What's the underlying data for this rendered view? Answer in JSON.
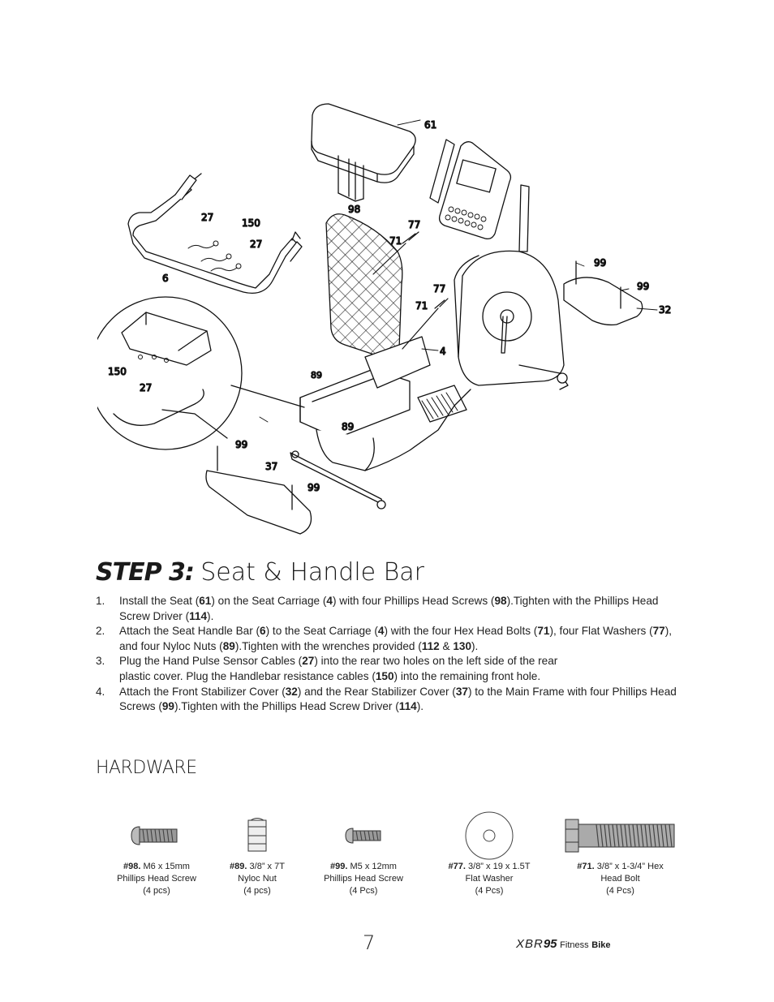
{
  "diagram_callouts": {
    "seat": "61",
    "seat_screws": "98",
    "handlebar": "6",
    "sensor_cable_upper": "27",
    "sensor_cable_mid": "27",
    "resistance_cable": "150",
    "washer_upper": "77",
    "bolt_upper": "71",
    "washer_lower": "77",
    "bolt_lower": "71",
    "carriage": "4",
    "front_cover_screw_upper": "99",
    "front_cover_screw_lower": "99",
    "front_cover": "32",
    "nut_left": "89",
    "nut_right": "89",
    "rear_cover_screw_upper": "99",
    "rear_cover": "37",
    "rear_cover_screw_lower": "99",
    "inset_cable_150": "150",
    "inset_cable_27": "27"
  },
  "step": {
    "label": "STEP 3:",
    "title": "Seat & Handle Bar"
  },
  "instructions": [
    {
      "num": "1.",
      "parts": [
        {
          "t": "Install the Seat ("
        },
        {
          "b": "61"
        },
        {
          "t": ") on the Seat Carriage ("
        },
        {
          "b": "4"
        },
        {
          "t": ") with four Phillips Head Screws ("
        },
        {
          "b": "98"
        },
        {
          "t": ").Tighten with the Phillips Head Screw Driver ("
        },
        {
          "b": "114"
        },
        {
          "t": ")."
        }
      ]
    },
    {
      "num": "2.",
      "parts": [
        {
          "t": "Attach the Seat Handle Bar ("
        },
        {
          "b": "6"
        },
        {
          "t": ") to the Seat Carriage ("
        },
        {
          "b": "4"
        },
        {
          "t": ") with the four  Hex Head Bolts ("
        },
        {
          "b": "71"
        },
        {
          "t": "), four Flat Washers ("
        },
        {
          "b": "77"
        },
        {
          "t": "), and four Nyloc Nuts ("
        },
        {
          "b": "89"
        },
        {
          "t": ").Tighten with the wrenches provided ("
        },
        {
          "b": "112"
        },
        {
          "t": " & "
        },
        {
          "b": "130"
        },
        {
          "t": ")."
        }
      ]
    },
    {
      "num": "3.",
      "parts": [
        {
          "t": "Plug the Hand Pulse Sensor Cables ("
        },
        {
          "b": "27"
        },
        {
          "t": ") into the rear two holes on the left side of the rear"
        },
        {
          "br": true
        },
        {
          "t": "plastic cover. Plug the Handlebar resistance cables ("
        },
        {
          "b": "150"
        },
        {
          "t": ") into the remaining front hole."
        }
      ]
    },
    {
      "num": "4.",
      "parts": [
        {
          "t": "Attach the Front Stabilizer Cover ("
        },
        {
          "b": "32"
        },
        {
          "t": ") and the Rear Stabilizer Cover ("
        },
        {
          "b": "37"
        },
        {
          "t": ") to the Main Frame with four Phillips Head Screws ("
        },
        {
          "b": "99"
        },
        {
          "t": ").Tighten with the Phillips Head Screw Driver ("
        },
        {
          "b": "114"
        },
        {
          "t": ")."
        }
      ]
    }
  ],
  "hardware": {
    "title": "HARDWARE",
    "items": [
      {
        "id": "#98.",
        "spec": "M6 x 15mm",
        "name": "Phillips Head Screw",
        "qty": "(4 pcs)",
        "icon": "phillips-screw-icon"
      },
      {
        "id": "#89.",
        "spec": "3/8” x 7T",
        "name": "Nyloc Nut",
        "qty": "(4 pcs)",
        "icon": "nyloc-nut-icon"
      },
      {
        "id": "#99.",
        "spec": "M5 x 12mm",
        "name": "Phillips Head Screw",
        "qty": "(4 Pcs)",
        "icon": "phillips-screw-small-icon"
      },
      {
        "id": "#77.",
        "spec": "3/8” x 19 x 1.5T",
        "name": "Flat Washer",
        "qty": "(4 Pcs)",
        "icon": "flat-washer-icon"
      },
      {
        "id": "#71.",
        "spec": "3/8” x 1-3/4” Hex",
        "name": "Head Bolt",
        "qty": "(4 Pcs)",
        "icon": "hex-bolt-icon"
      }
    ]
  },
  "footer": {
    "page_number": "7",
    "model_a": "XBR",
    "model_b": "95",
    "product": "Fitness",
    "product_bold": "Bike"
  }
}
